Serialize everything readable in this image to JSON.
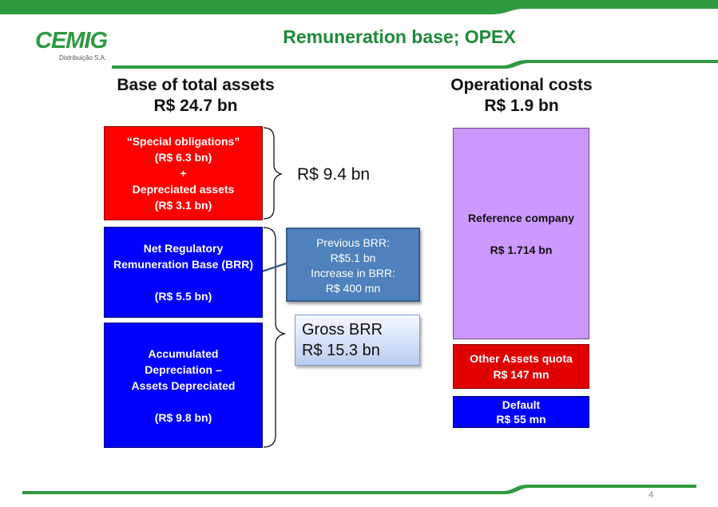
{
  "header": {
    "title": "Remuneration base; OPEX",
    "logo_text": "CEMIG",
    "logo_subtext": "Distribuição S.A.",
    "brand_color": "#1e8a3a"
  },
  "left_column": {
    "heading_line1": "Base of total assets",
    "heading_line2": "R$ 24.7 bn",
    "special_box": {
      "line1": "“Special obligations”",
      "line2": "(R$ 6.3 bn)",
      "line3": "+",
      "line4": "Depreciated assets",
      "line5": "(R$ 3.1 bn)"
    },
    "brr_box": {
      "line1": "Net Regulatory",
      "line2": "Remuneration Base (BRR)",
      "line3": "(R$ 5.5 bn)"
    },
    "depreciation_box": {
      "line1": "Accumulated",
      "line2": "Depreciation –",
      "line3": "Assets Depreciated",
      "line4": "(R$ 9.8 bn)"
    }
  },
  "brace_label": "R$ 9.4 bn",
  "previous_brr_callout": {
    "line1": "Previous BRR:",
    "line2": "R$5.1 bn",
    "line3": "Increase in BRR:",
    "line4": "R$ 400 mn"
  },
  "gross_brr_callout": {
    "line1": "Gross BRR",
    "line2": "R$ 15.3 bn"
  },
  "right_column": {
    "heading_line1": "Operational costs",
    "heading_line2": "R$ 1.9 bn",
    "reference_box": {
      "line1": "Reference company",
      "line2": "R$ 1.714 bn"
    },
    "other_assets_box": {
      "line1": "Other Assets quota",
      "line2": "R$ 147 mn"
    },
    "default_box": {
      "line1": "Default",
      "line2": "R$ 55 mn"
    }
  },
  "footer": {
    "page_number": "4"
  }
}
